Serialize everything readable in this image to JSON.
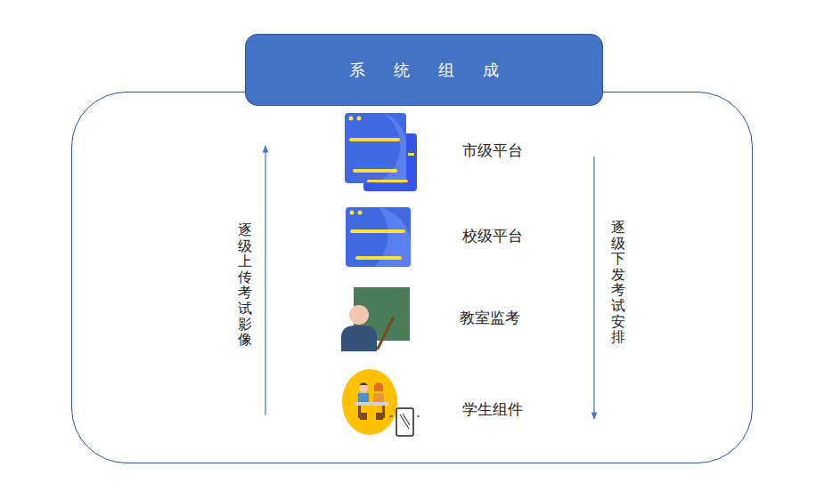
{
  "diagram": {
    "nodes": [
      {
        "text": [
          "系 统 组 成"
        ]
      }
    ],
    "labels": [
      "市级平台",
      "校级平台",
      "教室监考",
      "学生组件",
      "逐级上传考试影像",
      "逐级下发考试安排"
    ]
  }
}
